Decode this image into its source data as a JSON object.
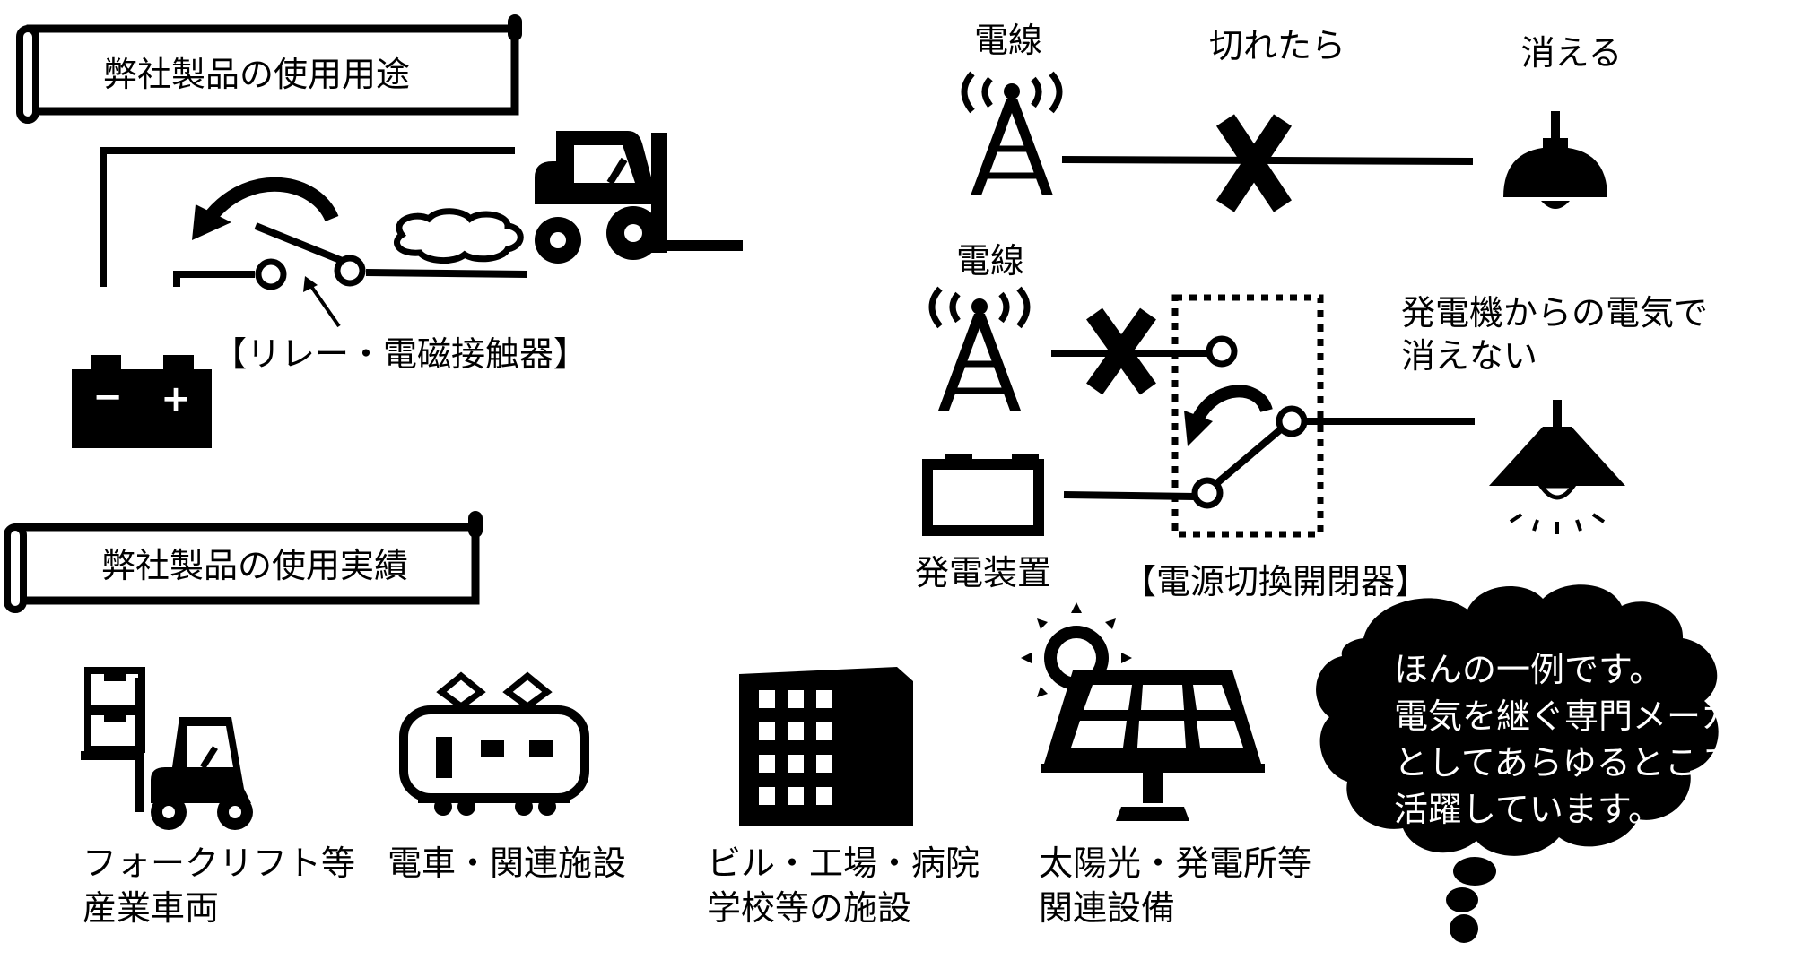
{
  "banners": {
    "usage_title": "弊社製品の使用用途",
    "record_title": "弊社製品の使用実績"
  },
  "relay": {
    "label": "【リレー・電磁接触器】",
    "battery_minus": "−",
    "battery_plus": "+"
  },
  "power_line": {
    "row1": {
      "source_label": "電線",
      "cut_label": "切れたら",
      "result_label": "消える"
    },
    "row2": {
      "source_label": "電線",
      "result_label_line1": "発電機からの電気で",
      "result_label_line2": "消えない",
      "generator_label": "発電装置",
      "switch_label": "【電源切換開閉器】"
    }
  },
  "examples": [
    {
      "line1": "フォークリフト等",
      "line2": "産業車両",
      "icon": "forklift-icon"
    },
    {
      "line1": "電車・関連施設",
      "line2": "",
      "icon": "train-icon"
    },
    {
      "line1": "ビル・工場・病院",
      "line2": "学校等の施設",
      "icon": "building-icon"
    },
    {
      "line1": "太陽光・発電所等",
      "line2": "関連設備",
      "icon": "solar-panel-icon"
    }
  ],
  "bubble": {
    "line1": "ほんの一例です。",
    "line2": "電気を継ぐ専門メーカー",
    "line3": "としてあらゆるところで",
    "line4": "活躍しています。"
  }
}
